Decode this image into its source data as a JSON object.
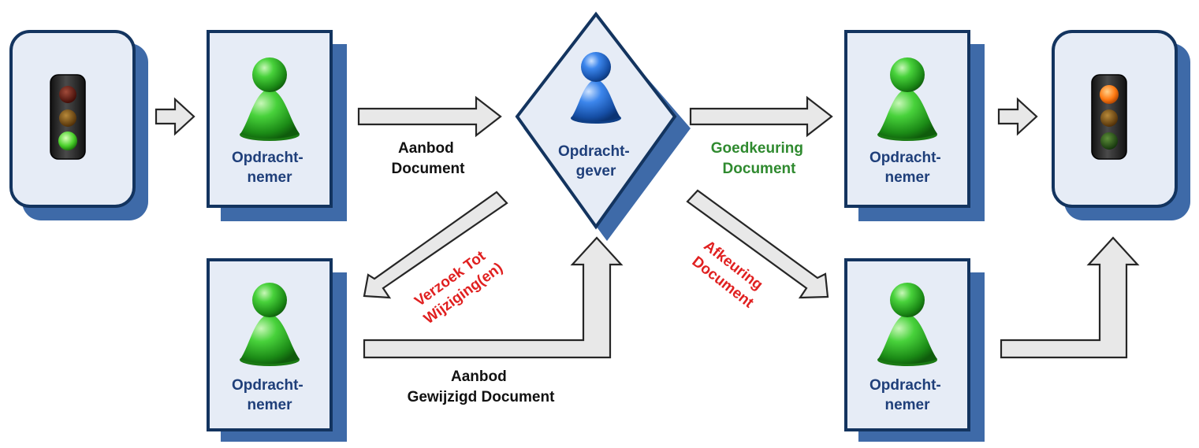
{
  "actors": {
    "left_top": [
      "Opdracht-",
      "nemer"
    ],
    "left_bottom": [
      "Opdracht-",
      "nemer"
    ],
    "center": [
      "Opdracht-",
      "gever"
    ],
    "right_top": [
      "Opdracht-",
      "nemer"
    ],
    "right_bottom": [
      "Opdracht-",
      "nemer"
    ]
  },
  "flows": {
    "offer": [
      "Aanbod",
      "Document"
    ],
    "offer_changed": [
      "Aanbod",
      "Gewijzigd Document"
    ],
    "change_request": [
      "Verzoek Tot",
      "Wijziging(en)"
    ],
    "approval": [
      "Goedkeuring",
      "Document"
    ],
    "rejection": [
      "Afkeuring",
      "Document"
    ]
  },
  "colors": {
    "actor_label": "#1f3f7a",
    "flow_neutral": "#111111",
    "flow_approval": "#2f8a2f",
    "flow_rejection": "#e02020",
    "actor_green": "#2fb52f",
    "actor_blue": "#2a6fd6",
    "box_border": "#13345f",
    "box_fill": "#e6ecf6",
    "box_shadow": "#3e6aa8"
  },
  "icons": {
    "start": "traffic-light-green-icon",
    "end": "traffic-light-orange-icon",
    "actor": "pawn-icon"
  }
}
